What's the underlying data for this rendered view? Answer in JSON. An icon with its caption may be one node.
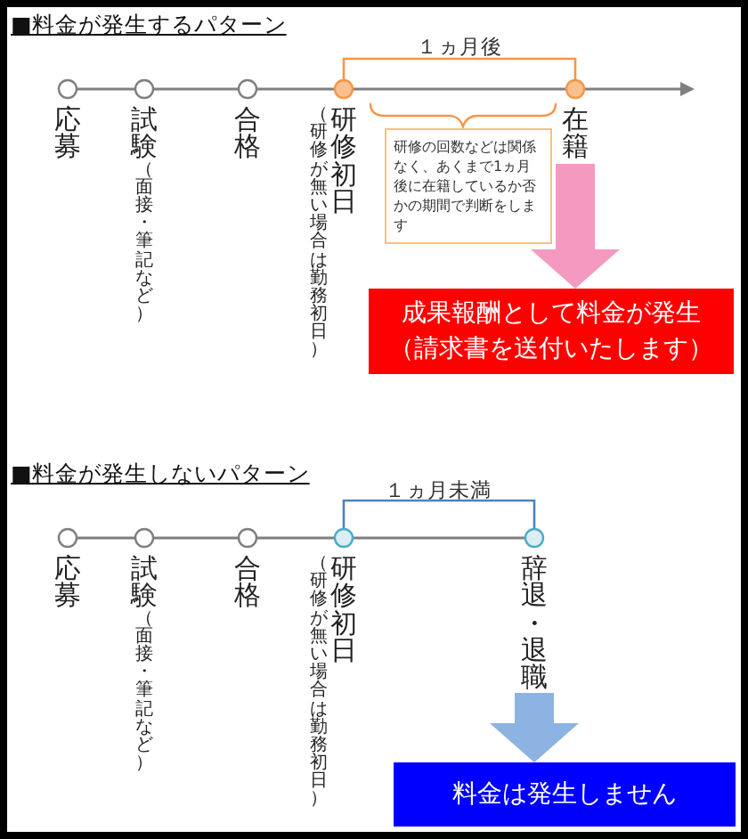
{
  "diagram": {
    "nodes": [
      {
        "text": [
          "応募"
        ]
      },
      {
        "text": [
          "試験",
          "（面接・筆記など）"
        ]
      },
      {
        "text": [
          "合格"
        ]
      },
      {
        "text": [
          "（研修が無い場合は勤務初日）",
          "研修初日"
        ]
      },
      {
        "text": [
          "在籍"
        ]
      },
      {
        "text": [
          "研修の回数などは関係なく、あくまで1ヵ月後に在籍しているか否かの期間で判断をします"
        ]
      },
      {
        "text": [
          "成果報酬として料金が発生",
          "（請求書を送付いたします）"
        ]
      },
      {
        "text": [
          "応募"
        ]
      },
      {
        "text": [
          "試験",
          "（面接・筆記など）"
        ]
      },
      {
        "text": [
          "合格"
        ]
      },
      {
        "text": [
          "（研修が無い場合は勤務初日）",
          "研修初日"
        ]
      },
      {
        "text": [
          "辞退・退職"
        ]
      },
      {
        "text": [
          "料金は発生しません"
        ]
      }
    ],
    "edges": [
      {
        "from": 0,
        "to": 1,
        "arrow": "none"
      },
      {
        "from": 1,
        "to": 2,
        "arrow": "none"
      },
      {
        "from": 2,
        "to": 3,
        "arrow": "none"
      },
      {
        "from": 3,
        "to": 4,
        "arrow": "none"
      },
      {
        "from": 4,
        "to": null,
        "arrow": "to"
      },
      {
        "from": 4,
        "to": 6,
        "arrow": "to",
        "style": "thick",
        "color": "#f49ac1"
      },
      {
        "from": 7,
        "to": 8,
        "arrow": "none"
      },
      {
        "from": 8,
        "to": 9,
        "arrow": "none"
      },
      {
        "from": 9,
        "to": 10,
        "arrow": "none"
      },
      {
        "from": 10,
        "to": 11,
        "arrow": "none"
      },
      {
        "from": 11,
        "to": 12,
        "arrow": "to",
        "style": "thick",
        "color": "#8db3e2"
      }
    ],
    "labels": [
      "■料金が発生するパターン",
      "１ヵ月後",
      "■料金が発生しないパターン",
      "１ヵ月未満"
    ]
  }
}
